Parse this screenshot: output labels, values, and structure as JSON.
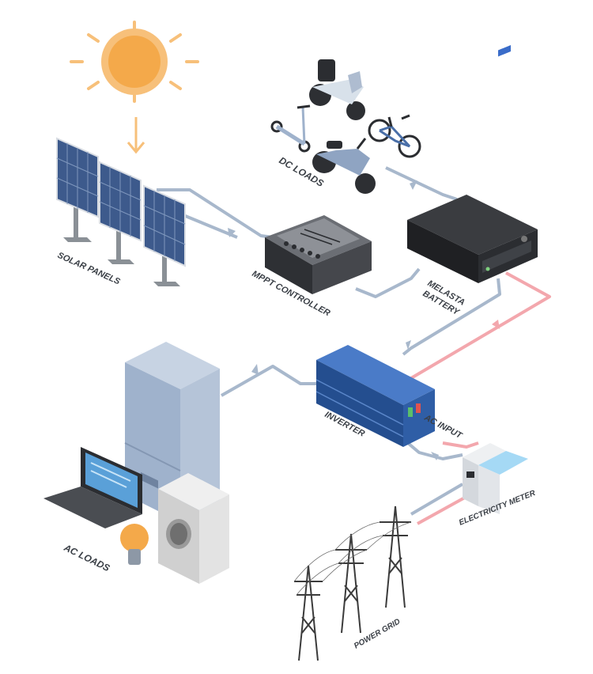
{
  "labels": {
    "solar_panels": "SOLAR PANELS",
    "mppt_controller": "MPPT CONTROLLER",
    "battery_line1": "MELASTA",
    "battery_line2": "BATTERY",
    "dc_loads": "DC LOADS",
    "inverter": "INVERTER",
    "ac_input": "AC INPUT",
    "electricity_meter": "ELECTRICITY METER",
    "ac_loads": "AC LOADS",
    "power_grid": "POWER GRID"
  },
  "colors": {
    "sun": "#f4a94a",
    "sun_ray": "#f7c07a",
    "dc_line": "#a8b8cc",
    "ac_line": "#f3a7ad",
    "panel": "#3d5a8c",
    "inverter": "#2f5ea6",
    "battery": "#2b2d31",
    "mppt": "#3a3c40",
    "fridge": "#9fb2cc",
    "washer": "#d9d9d9",
    "meter_screen": "#8fd0f2",
    "tower": "#3b3b3b"
  },
  "icons": [
    "sun-icon",
    "solar-panel-icon",
    "mppt-controller-icon",
    "battery-icon",
    "scooter-icon",
    "bicycle-icon",
    "kick-scooter-icon",
    "inverter-icon",
    "fridge-icon",
    "laptop-icon",
    "washing-machine-icon",
    "light-bulb-icon",
    "electricity-meter-icon",
    "power-tower-icon"
  ]
}
